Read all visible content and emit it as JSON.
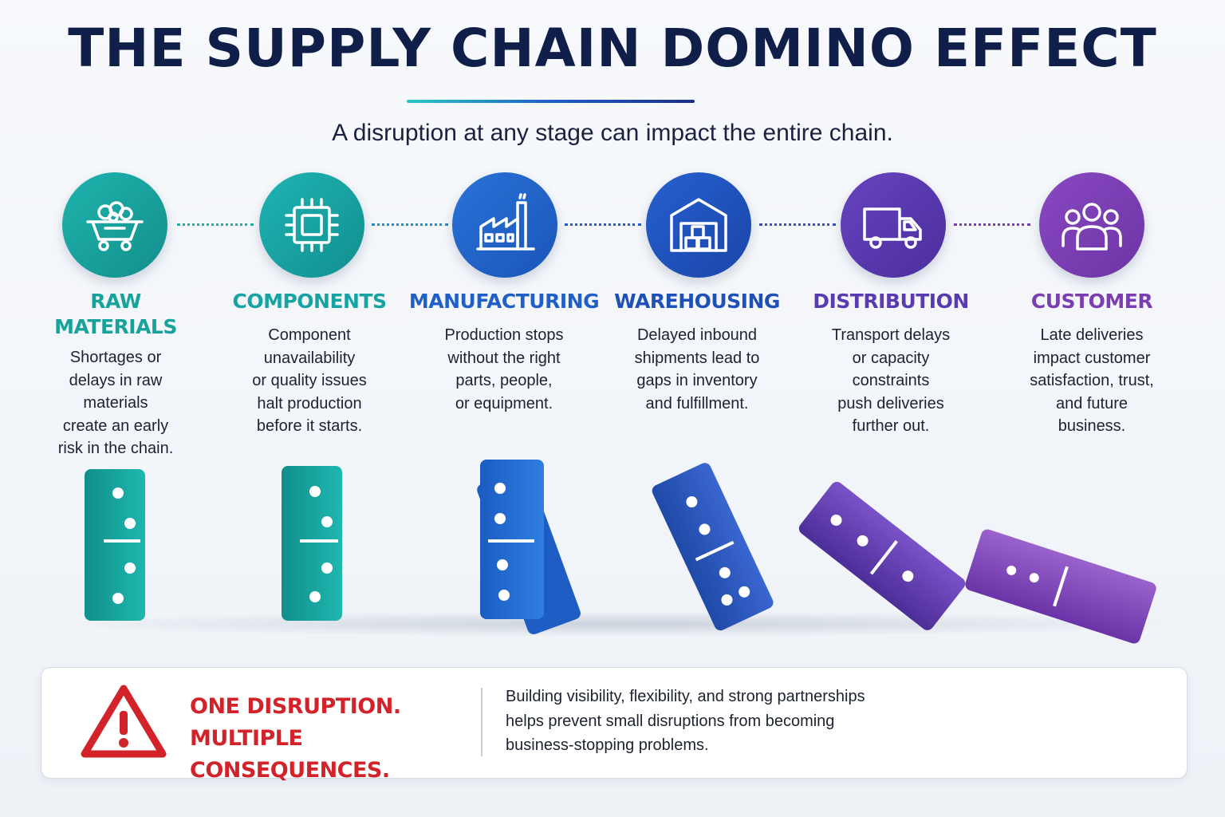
{
  "title": "THE SUPPLY CHAIN DOMINO EFFECT",
  "subtitle": "A disruption at any stage can impact the entire chain.",
  "stages": [
    {
      "name": "RAW\nMATERIALS",
      "desc": "Shortages or\ndelays in raw\nmaterials\ncreate an early\nrisk in the chain.",
      "icon": "mine-cart-icon",
      "color": "#1a9e9a"
    },
    {
      "name": "COMPONENTS",
      "desc": "Component\nunavailability\nor quality issues\nhalt production\nbefore it starts.",
      "icon": "chip-icon",
      "color": "#15a3a3"
    },
    {
      "name": "MANUFACTURING",
      "desc": "Production stops\nwithout the right\nparts, people,\nor equipment.",
      "icon": "factory-icon",
      "color": "#1f5fc7"
    },
    {
      "name": "WAREHOUSING",
      "desc": "Delayed inbound\nshipments lead to\ngaps in inventory\nand fulfillment.",
      "icon": "warehouse-icon",
      "color": "#1f4fb8"
    },
    {
      "name": "DISTRIBUTION",
      "desc": "Transport delays\nor capacity\nconstraints\npush deliveries\nfurther out.",
      "icon": "truck-icon",
      "color": "#5a3ab0"
    },
    {
      "name": "CUSTOMER",
      "desc": "Late deliveries\nimpact customer\nsatisfaction, trust,\nand future\nbusiness.",
      "icon": "people-icon",
      "color": "#7a3eb0"
    }
  ],
  "warning": {
    "headline": "ONE DISRUPTION.\nMULTIPLE CONSEQUENCES.",
    "body": "Building visibility, flexibility, and strong partnerships\nhelps prevent small disruptions from becoming\nbusiness-stopping problems.",
    "icon": "warning-triangle-icon",
    "color": "#d3232a"
  }
}
